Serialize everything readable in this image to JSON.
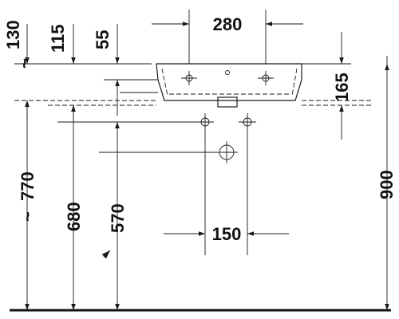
{
  "labels": {
    "width_top": "280",
    "depth_130": "130",
    "depth_130_prefix": "~",
    "depth_115": "115",
    "depth_55": "55",
    "height_165": "165",
    "height_770": "770",
    "height_770_prefix": "~",
    "height_680": "680",
    "height_570": "570",
    "height_900": "900",
    "spacing_150": "150"
  }
}
